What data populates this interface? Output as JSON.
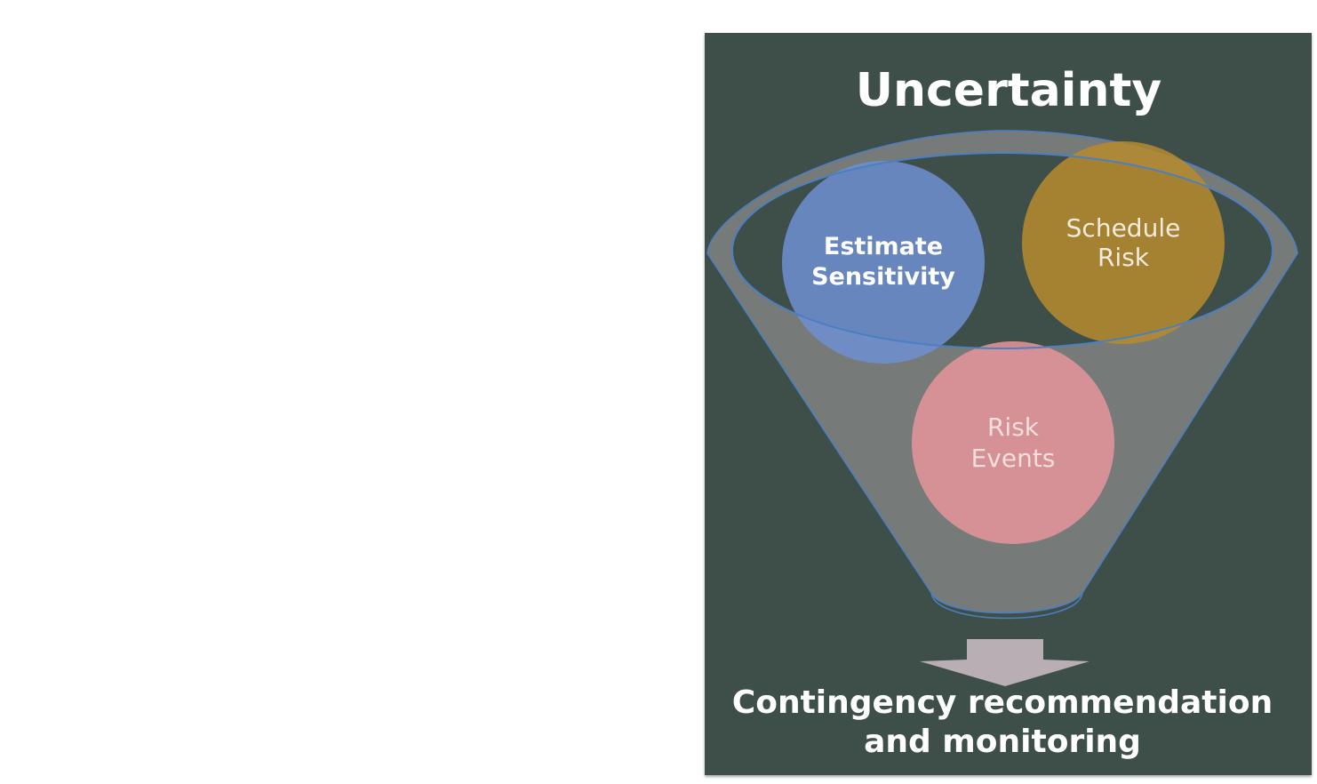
{
  "diagram": {
    "title": "Uncertainty",
    "circles": [
      {
        "label_lines": [
          "Estimate",
          "Sensitivity"
        ],
        "color": "#6f8fd2",
        "text_color": "#ffffff",
        "bold": true
      },
      {
        "label_lines": [
          "Schedule",
          "Risk"
        ],
        "color": "#b78b2d",
        "text_color": "#f3ebdd",
        "bold": false
      },
      {
        "label_lines": [
          "Risk",
          "Events"
        ],
        "color": "#e6959a",
        "text_color": "#f4dede",
        "bold": false
      }
    ],
    "outcome_lines": [
      "Contingency recommendation",
      "and monitoring"
    ],
    "colors": {
      "background": "#3e4f4a",
      "funnel_fill": "#8a8a8a",
      "funnel_outline": "#4a7fc3",
      "arrow": "#b9aeb3"
    }
  }
}
